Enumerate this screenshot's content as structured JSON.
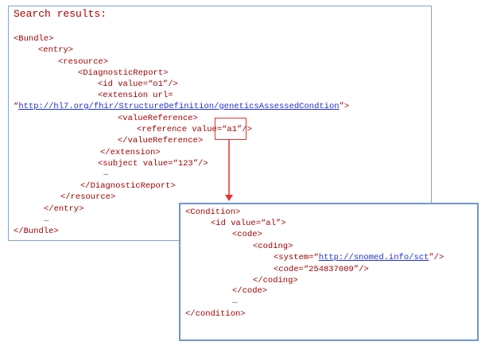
{
  "search_box": {
    "title": "Search results:",
    "lines": [
      "<Bundle>",
      "<entry>",
      "<resource>",
      "<DiagnosticReport>",
      "<id value=“o1”/>",
      "<extension url=",
      "<valueReference>",
      "<reference value=“a1”/>",
      "</valueReference>",
      "</extension>",
      "<subject value=“123”/>",
      "…",
      "</DiagnosticReport>",
      "</resource>",
      "</entry>",
      "…",
      "</Bundle>"
    ],
    "url_open": "“",
    "url": "http://hl7.org/fhir/StructureDefinition/geneticsAssessedCondtion",
    "url_close": "”>"
  },
  "condition_box": {
    "lines": [
      "<Condition>",
      "<id value=“al”>",
      "<code>",
      "<coding>",
      "<code=“254837009”/>",
      "</coding>",
      "</code>",
      "…",
      "</condition>"
    ],
    "system_prefix": "<system=“",
    "system_url": "http://snomed.info/sct",
    "system_suffix": "”/>"
  },
  "colors": {
    "code_text": "#a10000",
    "link": "#1f2fd0",
    "highlight": "#e83030",
    "box_border": "#6f97cc"
  }
}
